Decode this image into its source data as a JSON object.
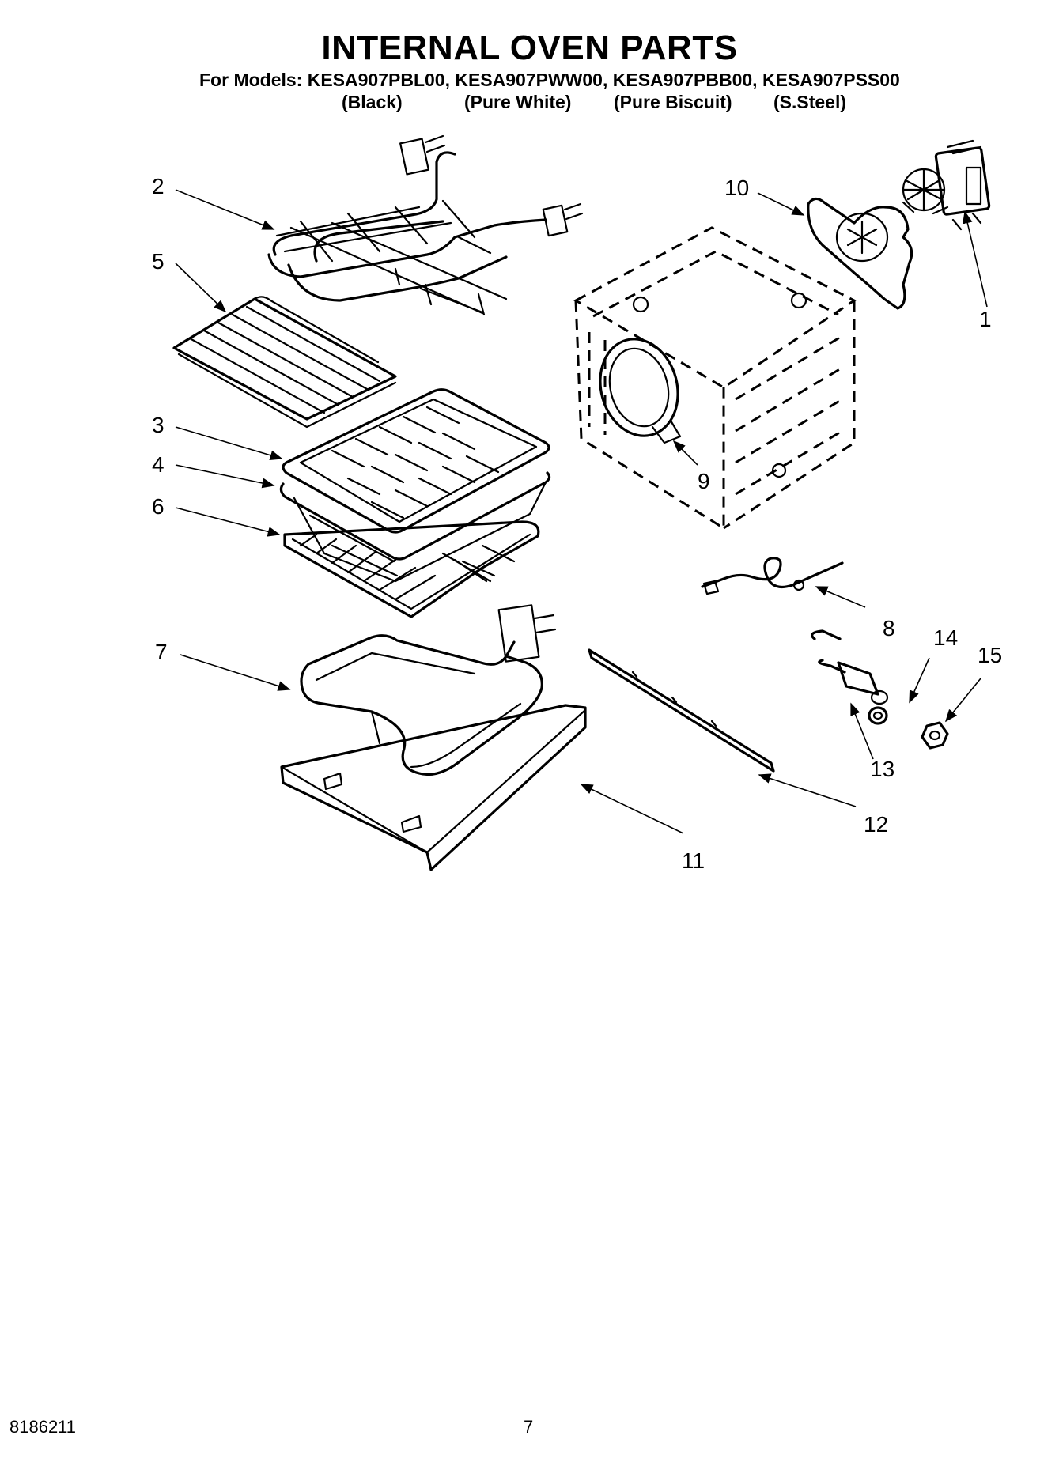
{
  "header": {
    "title": "INTERNAL OVEN PARTS",
    "models_line": "For Models: KESA907PBL00, KESA907PWW00, KESA907PBB00, KESA907PSS00",
    "finishes": [
      "(Black)",
      "(Pure White)",
      "(Pure Biscuit)",
      "(S.Steel)"
    ]
  },
  "callouts": {
    "c1": "1",
    "c2": "2",
    "c3": "3",
    "c4": "4",
    "c5": "5",
    "c6": "6",
    "c7": "7",
    "c8": "8",
    "c9": "9",
    "c10": "10",
    "c11": "11",
    "c12": "12",
    "c13": "13",
    "c14": "14",
    "c15": "15"
  },
  "footer": {
    "doc_number": "8186211",
    "page_number": "7"
  }
}
